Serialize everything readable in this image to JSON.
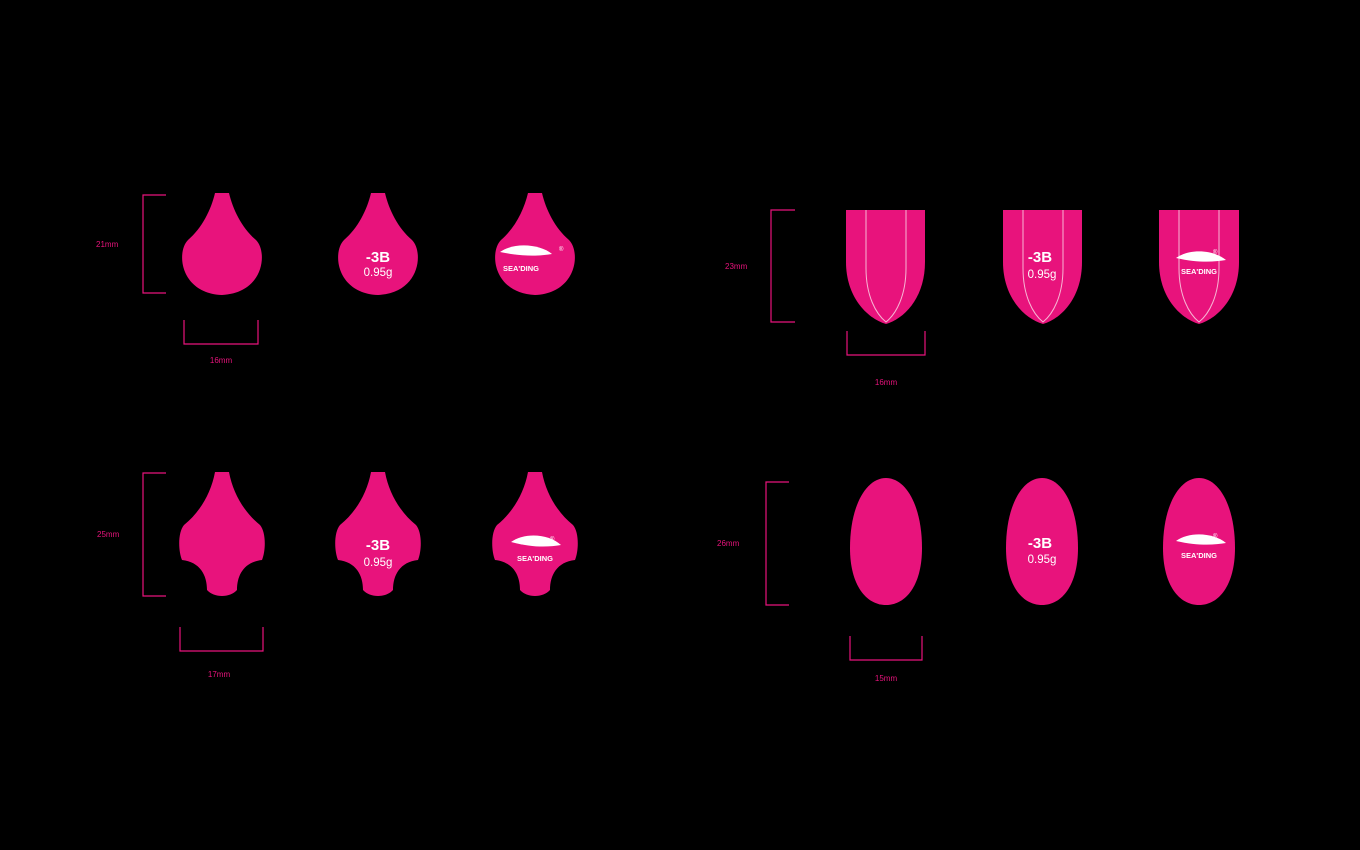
{
  "colors": {
    "background": "#000000",
    "shape_fill": "#E8137C",
    "dimension_line": "#E8137C",
    "print_text": "#FFFFFF"
  },
  "print": {
    "model_code": "-3B",
    "weight": "0.95g",
    "brand": "SEA'DING",
    "registered_mark": "®"
  },
  "groups": [
    {
      "id": "teardrop",
      "height_label": "21mm",
      "width_label": "16mm"
    },
    {
      "id": "notched",
      "height_label": "25mm",
      "width_label": "17mm"
    },
    {
      "id": "shield",
      "height_label": "23mm",
      "width_label": "16mm"
    },
    {
      "id": "oval",
      "height_label": "26mm",
      "width_label": "15mm"
    }
  ],
  "variants": [
    "plain",
    "model-weight-print",
    "brand-logo-print"
  ]
}
